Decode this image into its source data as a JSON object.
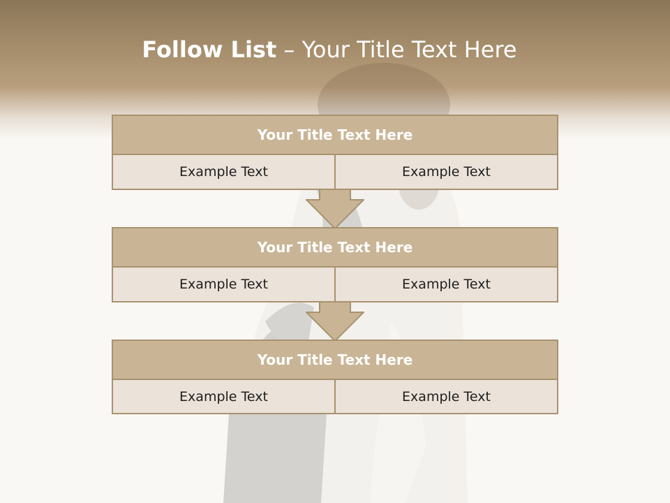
{
  "title": {
    "bold": "Follow List",
    "rest": "– Your Title Text Here"
  },
  "blocks": [
    {
      "heading": "Your Title Text Here",
      "left": "Example Text",
      "right": "Example Text"
    },
    {
      "heading": "Your Title Text Here",
      "left": "Example Text",
      "right": "Example Text"
    },
    {
      "heading": "Your Title Text Here",
      "left": "Example Text",
      "right": "Example Text"
    }
  ],
  "colors": {
    "header": "#a68e6c",
    "heading_fill": "#c9b596",
    "cell_fill": "#ebe2d9",
    "border": "#a8926e",
    "arrow": "#c9b596"
  }
}
